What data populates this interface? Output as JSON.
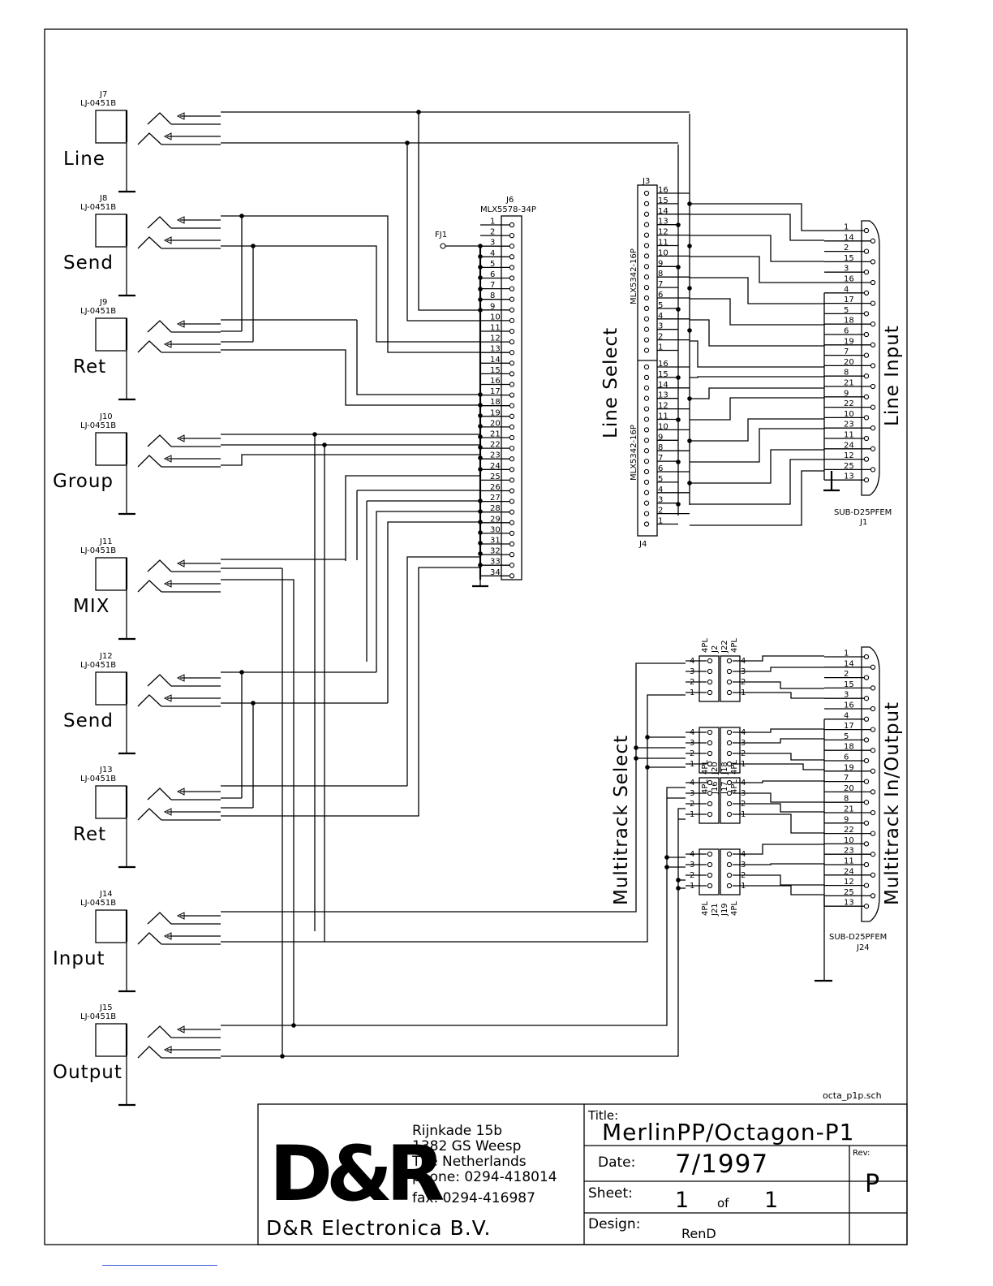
{
  "filename": "octa_p1p.sch",
  "jacks": [
    {
      "ref": "J7",
      "part": "LJ-0451B",
      "label": "Line"
    },
    {
      "ref": "J8",
      "part": "LJ-0451B",
      "label": "Send"
    },
    {
      "ref": "J9",
      "part": "LJ-0451B",
      "label": "Ret"
    },
    {
      "ref": "J10",
      "part": "LJ-0451B",
      "label": "Group"
    },
    {
      "ref": "J11",
      "part": "LJ-0451B",
      "label": "MIX"
    },
    {
      "ref": "J12",
      "part": "LJ-0451B",
      "label": "Send"
    },
    {
      "ref": "J13",
      "part": "LJ-0451B",
      "label": "Ret"
    },
    {
      "ref": "J14",
      "part": "LJ-0451B",
      "label": "Input"
    },
    {
      "ref": "J15",
      "part": "LJ-0451B",
      "label": "Output"
    }
  ],
  "j6": {
    "ref": "J6",
    "part": "MLX5578-34P",
    "pins": [
      "1",
      "2",
      "3",
      "4",
      "5",
      "6",
      "7",
      "8",
      "9",
      "10",
      "11",
      "12",
      "13",
      "14",
      "15",
      "16",
      "17",
      "18",
      "19",
      "20",
      "21",
      "22",
      "23",
      "24",
      "25",
      "26",
      "27",
      "28",
      "29",
      "30",
      "31",
      "32",
      "33",
      "34"
    ]
  },
  "fj1": "FJ1",
  "j3": {
    "ref": "J3",
    "part": "MLX5342-16P",
    "pins": [
      "16",
      "15",
      "14",
      "13",
      "12",
      "11",
      "10",
      "9",
      "8",
      "7",
      "6",
      "5",
      "4",
      "3",
      "2",
      "1"
    ]
  },
  "j4": {
    "ref": "J4",
    "part": "MLX5342-16P",
    "pins": [
      "16",
      "15",
      "14",
      "13",
      "12",
      "11",
      "10",
      "9",
      "8",
      "7",
      "6",
      "5",
      "4",
      "3",
      "2",
      "1"
    ]
  },
  "line_select_label": "Line Select",
  "line_input_label": "Line Input",
  "db25_pins": [
    "1",
    "14",
    "2",
    "15",
    "3",
    "16",
    "4",
    "17",
    "5",
    "18",
    "6",
    "19",
    "7",
    "20",
    "8",
    "21",
    "9",
    "22",
    "10",
    "23",
    "11",
    "24",
    "12",
    "25",
    "13"
  ],
  "j1": {
    "ref": "J1",
    "part": "SUB-D25PFEM"
  },
  "j24": {
    "ref": "J24",
    "part": "SUB-D25PFEM"
  },
  "multitrack_select_label": "Multitrack Select",
  "multitrack_io_label": "Multitrack In/Output",
  "header_pins": [
    "4",
    "3",
    "2",
    "1"
  ],
  "header_part": "4PL",
  "headers_top": [
    {
      "left": "J2",
      "right": "J22"
    },
    {
      "left": "J16",
      "right": "J17"
    },
    {
      "left": "J20",
      "right": "J18"
    },
    {
      "left": "J21",
      "right": "J19"
    }
  ],
  "title_block": {
    "logo": "D&R",
    "address": [
      "Rijnkade 15b",
      "1382 GS   Weesp",
      "The Netherlands",
      "phone: 0294-418014",
      "fax: 0294-416987"
    ],
    "company": "D&R Electronica B.V.",
    "title_label": "Title:",
    "title": "MerlinPP/Octagon-P1",
    "date_label": "Date:",
    "date": "7/1997",
    "rev_label": "Rev:",
    "rev": "P",
    "sheet_label": "Sheet:",
    "sheet_num": "1",
    "sheet_of": "of",
    "sheet_total": "1",
    "design_label": "Design:",
    "design": "RenD"
  }
}
